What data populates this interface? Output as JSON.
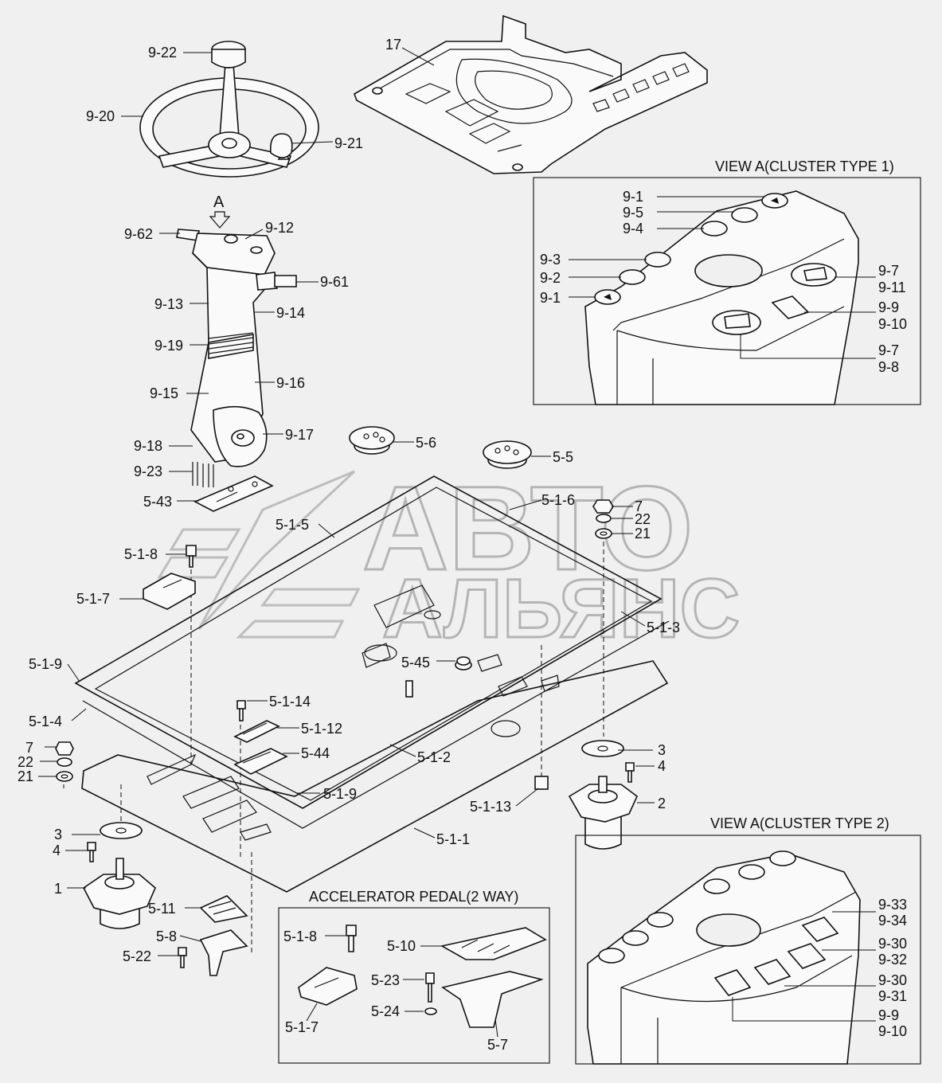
{
  "panels": {
    "cluster1_title": "VIEW A(CLUSTER TYPE 1)",
    "cluster2_title": "VIEW A(CLUSTER TYPE 2)",
    "pedal_title": "ACCELERATOR PEDAL(2 WAY)"
  },
  "view_marker": "A",
  "watermark": {
    "line1": "АВТО",
    "line2": "АЛЬЯНС"
  },
  "labels": {
    "l_17": "17",
    "l_9_22": "9-22",
    "l_9_20": "9-20",
    "l_9_21": "9-21",
    "l_9_62": "9-62",
    "l_9_12": "9-12",
    "l_9_61": "9-61",
    "l_9_13": "9-13",
    "l_9_14": "9-14",
    "l_9_19": "9-19",
    "l_9_15": "9-15",
    "l_9_16": "9-16",
    "l_9_18": "9-18",
    "l_9_17": "9-17",
    "l_9_23": "9-23",
    "l_5_43": "5-43",
    "l_5_6": "5-6",
    "l_5_5": "5-5",
    "l_5_1_6": "5-1-6",
    "l_5_1_5": "5-1-5",
    "l_7a": "7",
    "l_22a": "22",
    "l_21a": "21",
    "l_5_1_8": "5-1-8",
    "l_5_1_7": "5-1-7",
    "l_5_1_3": "5-1-3",
    "l_5_1_9a": "5-1-9",
    "l_5_45": "5-45",
    "l_5_1_4": "5-1-4",
    "l_5_1_14": "5-1-14",
    "l_5_1_12": "5-1-12",
    "l_7b": "7",
    "l_5_44": "5-44",
    "l_22b": "22",
    "l_5_1_2": "5-1-2",
    "l_3a": "3",
    "l_4a": "4",
    "l_21b": "21",
    "l_5_1_9b": "5-1-9",
    "l_5_1_13": "5-1-13",
    "l_2": "2",
    "l_3b": "3",
    "l_4b": "4",
    "l_5_1_1": "5-1-1",
    "l_1": "1",
    "l_5_11": "5-11",
    "l_5_8": "5-8",
    "l_5_22": "5-22",
    "p_5_1_8": "5-1-8",
    "p_5_10": "5-10",
    "p_5_23": "5-23",
    "p_5_24": "5-24",
    "p_5_1_7": "5-1-7",
    "p_5_7": "5-7",
    "c1_9_1a": "9-1",
    "c1_9_5": "9-5",
    "c1_9_4": "9-4",
    "c1_9_3": "9-3",
    "c1_9_2": "9-2",
    "c1_9_1b": "9-1",
    "c1_9_7a": "9-7",
    "c1_9_11": "9-11",
    "c1_9_9": "9-9",
    "c1_9_10": "9-10",
    "c1_9_7b": "9-7",
    "c1_9_8": "9-8",
    "c2_9_33": "9-33",
    "c2_9_34": "9-34",
    "c2_9_30a": "9-30",
    "c2_9_32": "9-32",
    "c2_9_30b": "9-30",
    "c2_9_31": "9-31",
    "c2_9_9": "9-9",
    "c2_9_10": "9-10"
  }
}
